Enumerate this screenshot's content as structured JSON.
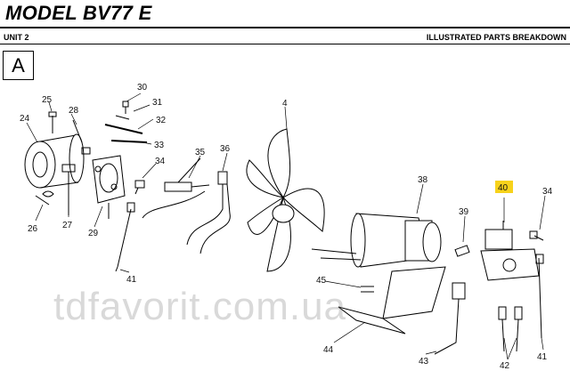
{
  "header": {
    "title": "MODEL BV77 E",
    "unit": "UNIT 2",
    "section_title": "ILLUSTRATED PARTS BREAKDOWN"
  },
  "section_letter": "A",
  "callouts": {
    "c24": "24",
    "c25": "25",
    "c26": "26",
    "c27": "27",
    "c28": "28",
    "c29": "29",
    "c30": "30",
    "c31": "31",
    "c32": "32",
    "c33": "33",
    "c34a": "34",
    "c35": "35",
    "c36": "36",
    "c4": "4",
    "c38": "38",
    "c39": "39",
    "c40": "40",
    "c34b": "34",
    "c41a": "41",
    "c45": "45",
    "c44": "44",
    "c43": "43",
    "c42": "42",
    "c41b": "41"
  },
  "highlighted_callout": "40",
  "colors": {
    "highlight": "#f7d21b",
    "line": "#000000"
  },
  "watermark": "tdfavorit.com.ua"
}
